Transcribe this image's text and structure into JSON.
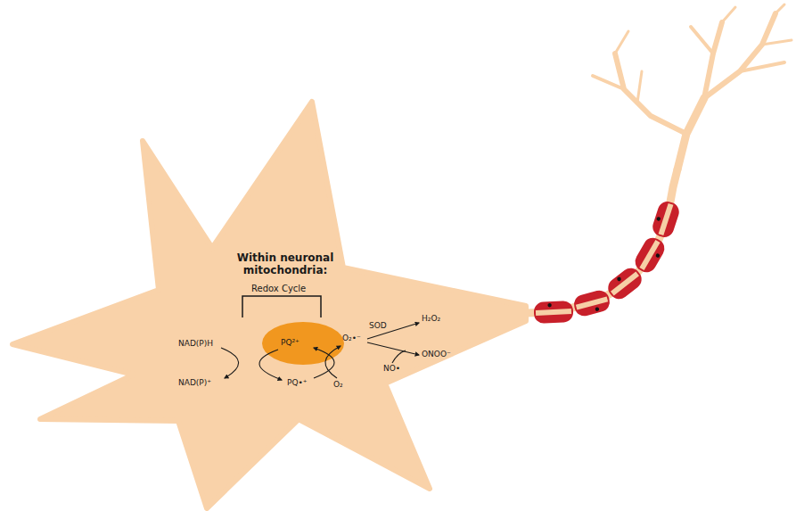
{
  "diagram": {
    "labels": [
      "Within neuronal mitochondria:",
      "Redox Cycle",
      "NAD(P)H",
      "NAD(P)⁺",
      "PQ²⁺",
      "PQ•⁺",
      "O₂•⁻",
      "O₂",
      "SOD",
      "H₂O₂",
      "NO•",
      "ONOO⁻"
    ]
  }
}
